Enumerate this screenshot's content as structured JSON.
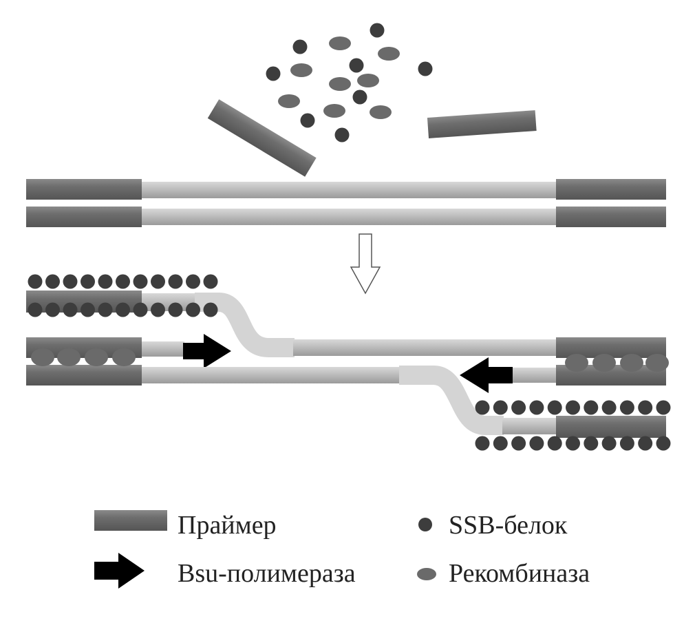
{
  "colors": {
    "primer": "#6b6b6b",
    "template": "#b4b4b4",
    "displaced": "#dadada",
    "ssb": "#3d3d3d",
    "recombinase": "#6a6a6a",
    "polymerase": "#000000"
  },
  "legend": [
    {
      "label": "Праймер",
      "icon": "primer-bar"
    },
    {
      "label": "SSB-белок",
      "icon": "ssb-dot"
    },
    {
      "label": "Bsu-полимераза",
      "icon": "polymerase-arrow"
    },
    {
      "label": "Рекомбиназа",
      "icon": "recombinase-ellipse"
    }
  ]
}
